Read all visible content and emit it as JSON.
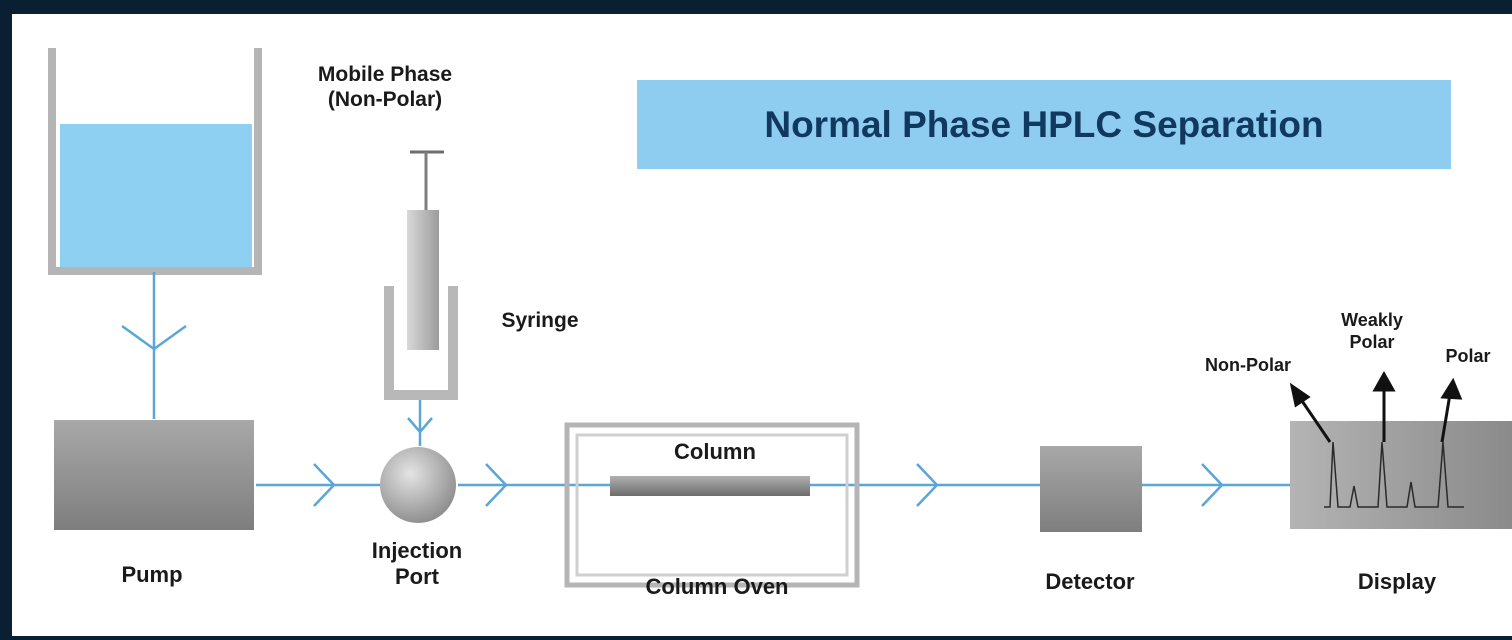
{
  "title": "Normal Phase HPLC Separation",
  "labels": {
    "mobile_phase_line1": "Mobile Phase",
    "mobile_phase_line2": "(Non-Polar)",
    "syringe": "Syringe",
    "pump": "Pump",
    "injection_line1": "Injection",
    "injection_line2": "Port",
    "column": "Column",
    "column_oven": "Column Oven",
    "detector": "Detector",
    "display": "Display",
    "peak_nonpolar": "Non-Polar",
    "peak_weakly_line1": "Weakly",
    "peak_weakly_line2": "Polar",
    "peak_polar": "Polar"
  },
  "colors": {
    "flow_line": "#5aa6d6",
    "liquid": "#8ed0f2",
    "title_bg": "#8ecdf0",
    "title_text": "#11385e",
    "component_gray": "#9a9a9a",
    "frame": "#0b1f33"
  }
}
